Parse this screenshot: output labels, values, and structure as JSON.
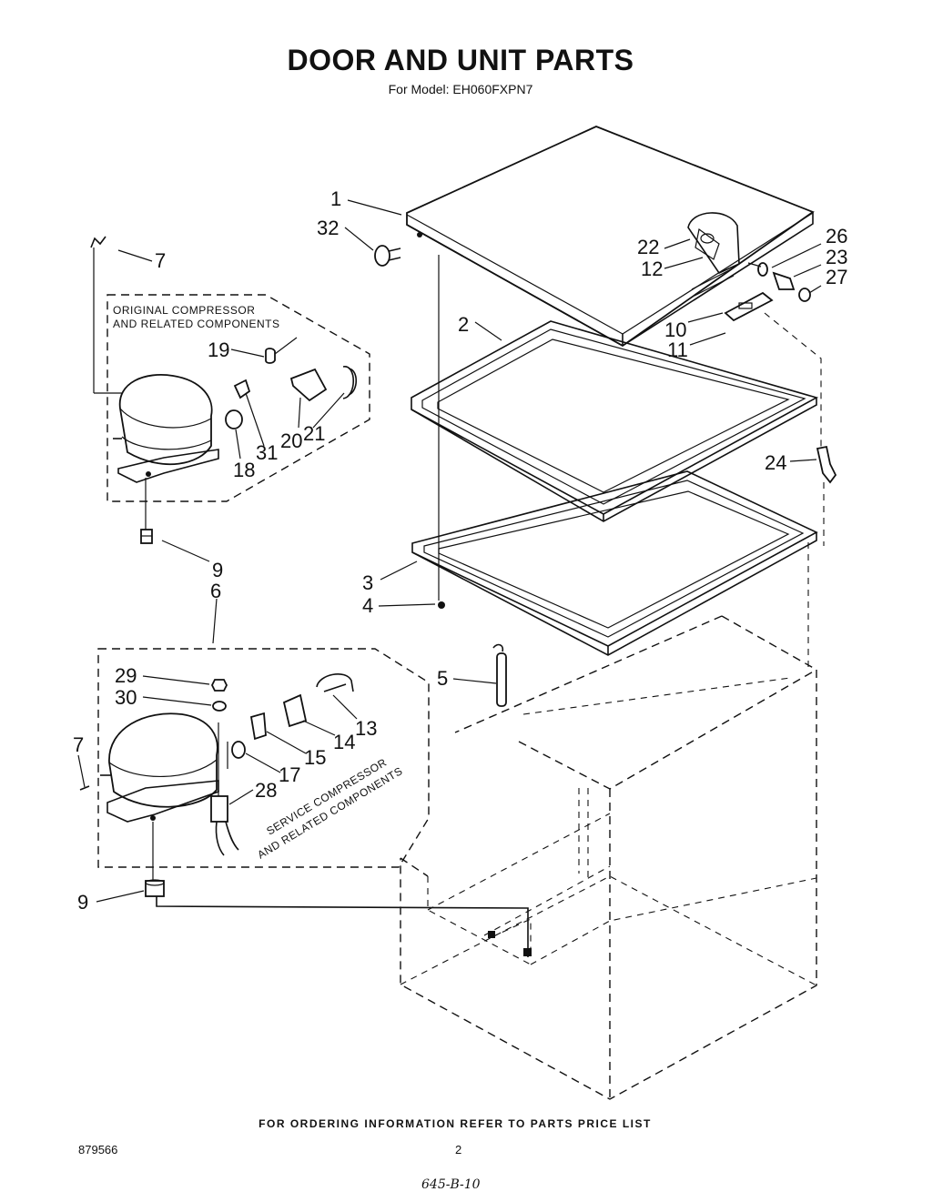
{
  "header": {
    "title": "DOOR AND UNIT PARTS",
    "model_line": "For Model: EH060FXPN7"
  },
  "groups": {
    "original": [
      "ORIGINAL COMPRESSOR",
      "AND RELATED COMPONENTS"
    ],
    "service": [
      "SERVICE COMPRESSOR",
      "AND RELATED COMPONENTS"
    ]
  },
  "callouts": {
    "c1": "1",
    "c32": "32",
    "c7a": "7",
    "c2": "2",
    "c19": "19",
    "c22": "22",
    "c12": "12",
    "c26": "26",
    "c23": "23",
    "c27": "27",
    "c10": "10",
    "c11": "11",
    "c31": "31",
    "c20": "20",
    "c21": "21",
    "c18": "18",
    "c24": "24",
    "c9a": "9",
    "c6": "6",
    "c3": "3",
    "c4": "4",
    "c5": "5",
    "c29": "29",
    "c30": "30",
    "c13": "13",
    "c14": "14",
    "c15": "15",
    "c17": "17",
    "c7b": "7",
    "c28": "28",
    "c9b": "9"
  },
  "footer": {
    "ordering_note": "FOR ORDERING INFORMATION REFER TO PARTS PRICE LIST",
    "doc_number": "879566",
    "page_number": "2",
    "handwritten": "645-B-10"
  }
}
